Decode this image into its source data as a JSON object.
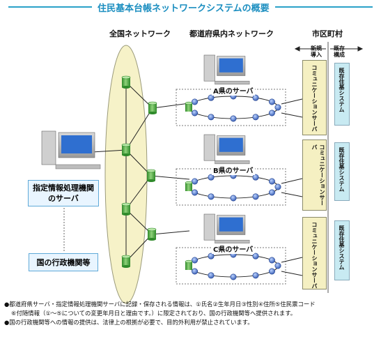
{
  "title": "住民基本台帳ネットワークシステムの概要",
  "columns": {
    "national": "全国ネットワーク",
    "prefectural": "都道府県内ネットワーク",
    "municipal": "市区町村"
  },
  "municipal_subheads": {
    "new": "新規導入",
    "existing": "既存構成"
  },
  "left_boxes": {
    "designated_server": "指定情報処理機関のサーバ",
    "national_agencies": "国の行政機関等"
  },
  "prefectures": [
    {
      "server_label": "A県のサーバ",
      "comm_server": "コミュニケーションサーバ",
      "existing_system": "既存住基システム"
    },
    {
      "server_label": "B県のサーバ",
      "comm_server": "コミュニケーションサーバ",
      "existing_system": "既存住基システム"
    },
    {
      "server_label": "C県のサーバ",
      "comm_server": "コミュニケーションサーバ",
      "existing_system": "既存住基システム"
    }
  ],
  "notes": [
    "●都道府県サーバ・指定情報処理機関サーバに記録・保存される情報は、①氏名②生年月日③性別④住所⑤住民票コード",
    "⑥付随情報（①～⑤についての変更年月日と理由です。）に限定されており、国の行政機関等へ提供されます。",
    "●国の行政機関等への情報の提供は、法律上の根拠が必要で、目的外利用が禁止されています。"
  ],
  "colors": {
    "title": "#1b8ec0",
    "rule": "#2aa1c8",
    "ellipse_fill": "#f6f2c8",
    "router_green": "#5fb44a",
    "node_blue": "#4a72c4",
    "comm_fill": "#f5f0c2",
    "existing_fill": "#c8eaf2",
    "box_fill": "#e9f5ff",
    "box_border": "#5fa9d8"
  }
}
